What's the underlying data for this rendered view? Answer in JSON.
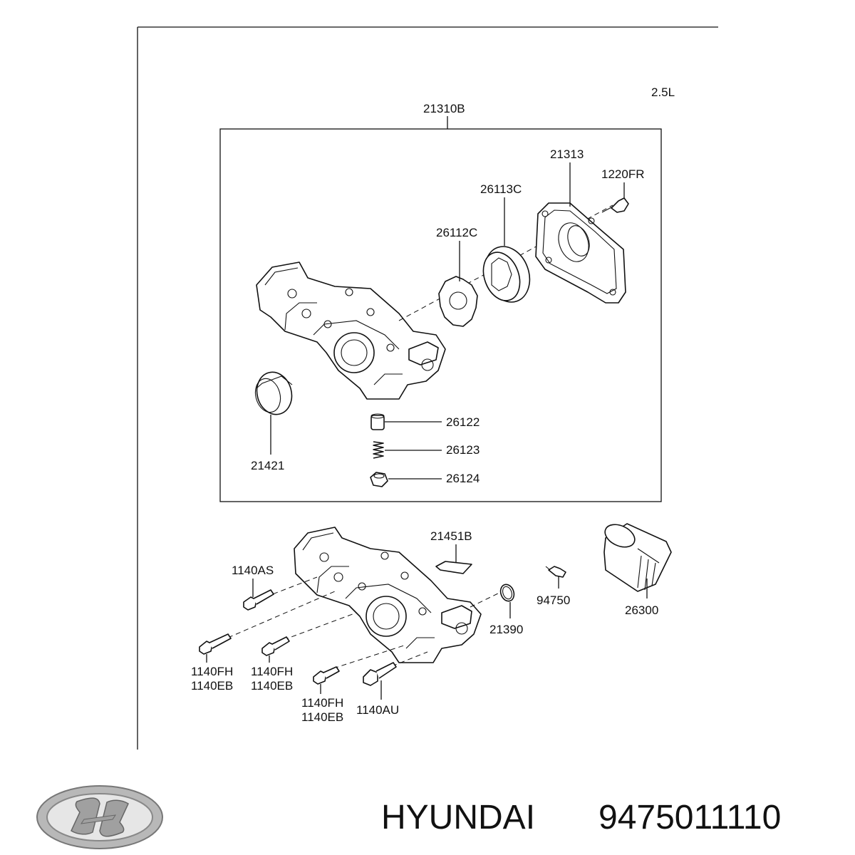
{
  "engine": "2.5L",
  "labels": {
    "p21310B": "21310B",
    "p21313": "21313",
    "p1220FR": "1220FR",
    "p26113C": "26113C",
    "p26112C": "26112C",
    "p21421": "21421",
    "p26122": "26122",
    "p26123": "26123",
    "p26124": "26124",
    "p21451B": "21451B",
    "p1140AS": "1140AS",
    "p94750": "94750",
    "p26300": "26300",
    "p21390": "21390",
    "p1140FH_a": "1140FH",
    "p1140EB_a": "1140EB",
    "p1140FH_b": "1140FH",
    "p1140EB_b": "1140EB",
    "p1140FH_c": "1140FH",
    "p1140EB_c": "1140EB",
    "p1140AU": "1140AU"
  },
  "footer": {
    "brand": "HYUNDAI",
    "part_number": "9475011110"
  }
}
